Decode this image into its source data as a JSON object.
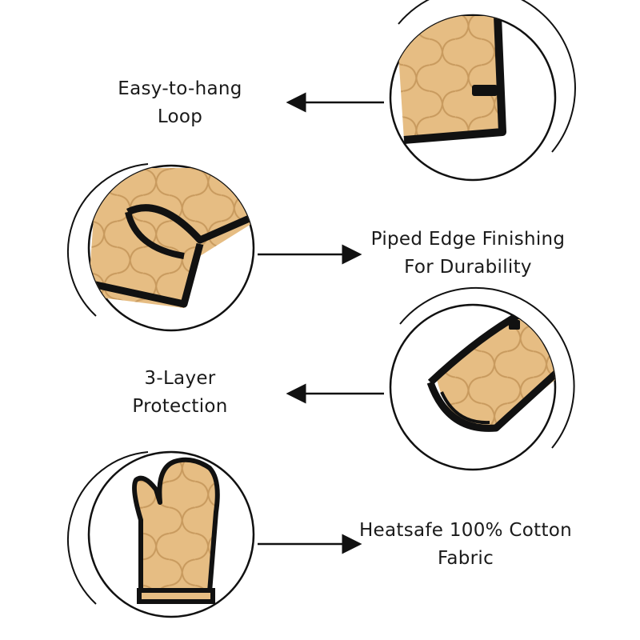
{
  "features": [
    {
      "line1": "Easy-to-hang",
      "line2": "Loop"
    },
    {
      "line1": "Piped Edge Finishing",
      "line2": "For Durability"
    },
    {
      "line1": "3-Layer",
      "line2": "Protection"
    },
    {
      "line1": "Heatsafe 100% Cotton",
      "line2": "Fabric"
    }
  ],
  "colors": {
    "fabric": "#e6bd83",
    "fabric_shade": "#d2a66c",
    "quilt_line": "#c89a5e",
    "piping": "#111111",
    "circle_ring": "#111111",
    "arrow": "#111111"
  }
}
